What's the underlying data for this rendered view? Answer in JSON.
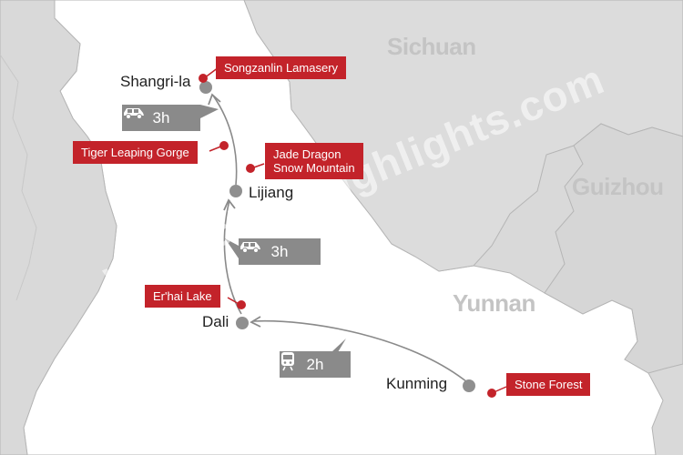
{
  "map": {
    "regions": {
      "sichuan": "Sichuan",
      "guizhou": "Guizhou",
      "yunnan": "Yunnan"
    },
    "cities": {
      "shangrila": "Shangri-la",
      "lijiang": "Lijiang",
      "dali": "Dali",
      "kunming": "Kunming"
    },
    "attractions": {
      "songzanlin": "Songzanlin Lamasery",
      "tiger_leaping": "Tiger Leaping Gorge",
      "jade_dragon_line1": "Jade Dragon",
      "jade_dragon_line2": "Snow Mountain",
      "erhai": "Er'hai Lake",
      "stone_forest": "Stone Forest"
    },
    "legs": {
      "lijiang_shangrila": {
        "mode": "car-icon",
        "duration": "3h"
      },
      "dali_lijiang": {
        "mode": "car-icon",
        "duration": "3h"
      },
      "kunming_dali": {
        "mode": "train-icon",
        "duration": "2h"
      }
    },
    "watermark": "www.chinahighlights.com",
    "colors": {
      "land": "#ffffff",
      "neighbor": "#d9d9d9",
      "border": "#b5b5b5",
      "attraction_red": "#c3232a",
      "city_dot": "#8f8f8f",
      "route": "#8a8a8a"
    }
  }
}
